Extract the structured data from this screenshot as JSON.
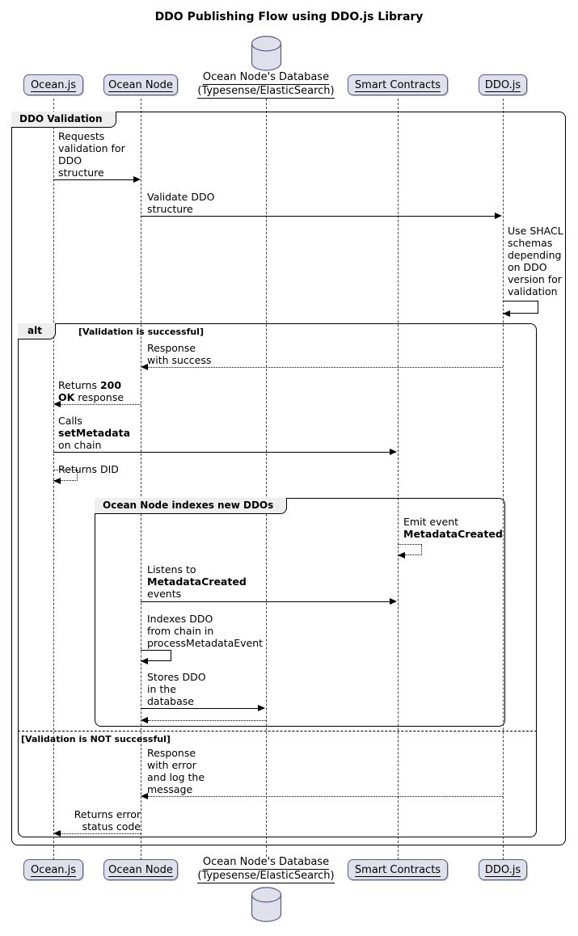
{
  "diagram": {
    "title": "DDO Publishing Flow using DDO.js Library",
    "type": "sequence-diagram"
  },
  "participants": [
    {
      "id": "oceanjs",
      "label": "Ocean.js",
      "shape": "actor-box"
    },
    {
      "id": "oceannode",
      "label": "Ocean Node",
      "shape": "actor-box"
    },
    {
      "id": "database",
      "label_line1": "Ocean Node's Database",
      "label_line2": "(Typesense/ElasticSearch)",
      "shape": "database-cylinder"
    },
    {
      "id": "contracts",
      "label": "Smart Contracts",
      "shape": "actor-box"
    },
    {
      "id": "ddojs",
      "label": "DDO.js",
      "shape": "actor-box"
    }
  ],
  "groups": [
    {
      "id": "ddo-validation",
      "kind": "group",
      "header": "DDO Validation"
    },
    {
      "id": "alt",
      "kind": "alt",
      "header": "alt",
      "branches": [
        {
          "condition": "[Validation is successful]"
        },
        {
          "condition": "[Validation is NOT successful]"
        }
      ]
    },
    {
      "id": "indexing",
      "kind": "group",
      "header": "Ocean Node indexes new DDOs"
    }
  ],
  "messages": [
    {
      "id": "m1",
      "from": "oceanjs",
      "to": "oceannode",
      "style": "solid",
      "lines": [
        {
          "t": "Requests",
          "b": false
        },
        {
          "t": "validation for",
          "b": false
        },
        {
          "t": "DDO",
          "b": false
        },
        {
          "t": "structure",
          "b": false
        }
      ]
    },
    {
      "id": "m2",
      "from": "oceannode",
      "to": "ddojs",
      "style": "solid",
      "lines": [
        {
          "t": "Validate DDO",
          "b": false
        },
        {
          "t": "structure",
          "b": false
        }
      ]
    },
    {
      "id": "m3",
      "from": "ddojs",
      "to": "ddojs",
      "style": "self-solid",
      "lines": [
        {
          "t": "Use SHACL",
          "b": false
        },
        {
          "t": "schemas",
          "b": false
        },
        {
          "t": "depending",
          "b": false
        },
        {
          "t": "on DDO",
          "b": false
        },
        {
          "t": "version for",
          "b": false
        },
        {
          "t": "validation",
          "b": false
        }
      ]
    },
    {
      "id": "m4",
      "from": "ddojs",
      "to": "oceannode",
      "style": "dotted",
      "lines": [
        {
          "t": "Response",
          "b": false
        },
        {
          "t": "with success",
          "b": false
        }
      ]
    },
    {
      "id": "m5",
      "from": "oceannode",
      "to": "oceanjs",
      "style": "dotted",
      "lines": [
        {
          "t": "Returns ",
          "b": false
        },
        {
          "t": "200",
          "b": true
        },
        {
          "t": "OK",
          "b": true
        },
        {
          "t": " response",
          "b": false
        }
      ],
      "text": "Returns 200 OK response"
    },
    {
      "id": "m6",
      "from": "oceanjs",
      "to": "contracts",
      "style": "solid",
      "lines": [
        {
          "t": "Calls",
          "b": false
        },
        {
          "t": "setMetadata",
          "b": true
        },
        {
          "t": "on chain",
          "b": false
        }
      ]
    },
    {
      "id": "m7",
      "from": "oceanjs",
      "to": "oceanjs",
      "style": "self-dotted",
      "lines": [
        {
          "t": "Returns DID",
          "b": false
        }
      ]
    },
    {
      "id": "m8",
      "from": "contracts",
      "to": "contracts",
      "style": "self-dotted",
      "lines": [
        {
          "t": "Emit event",
          "b": false
        },
        {
          "t": "MetadataCreated",
          "b": true
        }
      ]
    },
    {
      "id": "m9",
      "from": "oceannode",
      "to": "contracts",
      "style": "solid",
      "lines": [
        {
          "t": "Listens to",
          "b": false
        },
        {
          "t": "MetadataCreated",
          "b": true
        },
        {
          "t": "events",
          "b": false
        }
      ]
    },
    {
      "id": "m10",
      "from": "oceannode",
      "to": "oceannode",
      "style": "self-solid",
      "lines": [
        {
          "t": "Indexes DDO",
          "b": false
        },
        {
          "t": "from chain in",
          "b": false
        },
        {
          "t": "processMetadataEvent",
          "b": false
        }
      ]
    },
    {
      "id": "m11",
      "from": "oceannode",
      "to": "database",
      "style": "solid",
      "lines": [
        {
          "t": "Stores DDO",
          "b": false
        },
        {
          "t": "in the",
          "b": false
        },
        {
          "t": "database",
          "b": false
        }
      ]
    },
    {
      "id": "m12",
      "from": "database",
      "to": "oceannode",
      "style": "dotted",
      "lines": []
    },
    {
      "id": "m13",
      "from": "ddojs",
      "to": "oceannode",
      "style": "dotted",
      "lines": [
        {
          "t": "Response",
          "b": false
        },
        {
          "t": "with error",
          "b": false
        },
        {
          "t": "and log the",
          "b": false
        },
        {
          "t": "message",
          "b": false
        }
      ]
    },
    {
      "id": "m14",
      "from": "oceannode",
      "to": "oceanjs",
      "style": "dotted",
      "lines": [
        {
          "t": "Returns error",
          "b": false
        },
        {
          "t": "status code",
          "b": false
        }
      ]
    }
  ],
  "labels": {
    "m1": "Requests\nvalidation for\nDDO\nstructure",
    "m2": "Validate DDO\nstructure",
    "m3": "Use SHACL\nschemas\ndepending\non DDO\nversion for\nvalidation",
    "m4": "Response\nwith success",
    "m7": "Returns DID",
    "m11": "Stores DDO\nin the\ndatabase",
    "m13": "Response\nwith error\nand log the\nmessage",
    "m14": "Returns error\nstatus code"
  },
  "colors": {
    "participant_fill": "#E0E0EC",
    "participant_border": "#5B5B87",
    "group_header_fill": "#EEEEEE",
    "line": "#000000",
    "lifeline": "#444444",
    "background": "#FFFFFF"
  }
}
